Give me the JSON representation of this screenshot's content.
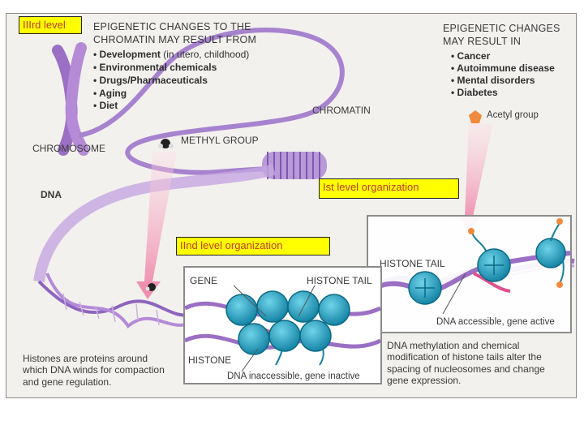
{
  "highlights": {
    "third": "IIIrd level",
    "first": "Ist level organization",
    "second": "IInd level organization"
  },
  "left_heading": {
    "line1": "EPIGENETIC CHANGES TO THE",
    "line2": "CHROMATIN MAY RESULT FROM",
    "items": [
      {
        "bold": "Development",
        "plain": " (in utero, childhood)"
      },
      {
        "bold": "Environmental chemicals",
        "plain": ""
      },
      {
        "bold": "Drugs/Pharmaceuticals",
        "plain": ""
      },
      {
        "bold": "Aging",
        "plain": ""
      },
      {
        "bold": "Diet",
        "plain": ""
      }
    ]
  },
  "right_heading": {
    "line1": "EPIGENETIC CHANGES",
    "line2": "MAY RESULT IN",
    "items": [
      "Cancer",
      "Autoimmune disease",
      "Mental disorders",
      "Diabetes"
    ]
  },
  "labels": {
    "chromatin": "CHROMATIN",
    "chromosome": "CHROMOSOME",
    "methyl_group": "METHYL GROUP",
    "acetyl_group": "Acetyl group",
    "dna": "DNA",
    "histone_tail_right": "HISTONE TAIL",
    "gene": "GENE",
    "histone_tail_inset": "HISTONE TAIL",
    "histone": "HISTONE",
    "dna_accessible": "DNA accessible, gene active",
    "dna_inaccessible": "DNA inaccessible, gene inactive"
  },
  "captions": {
    "histones": [
      "Histones are proteins around",
      "which DNA winds for compaction",
      "and gene regulation."
    ],
    "methylation": [
      "DNA methylation and chemical",
      "modification of histone tails alter the",
      "spacing of nucleosomes and change",
      "gene expression."
    ]
  },
  "colors": {
    "highlight": "#ffff00",
    "highlight_text": "#c0392b",
    "purple": "#9b6fc4",
    "histone": "#1fa3c4",
    "pink_arrow": "#f4a6c0",
    "acetyl": "#f08a3c"
  }
}
